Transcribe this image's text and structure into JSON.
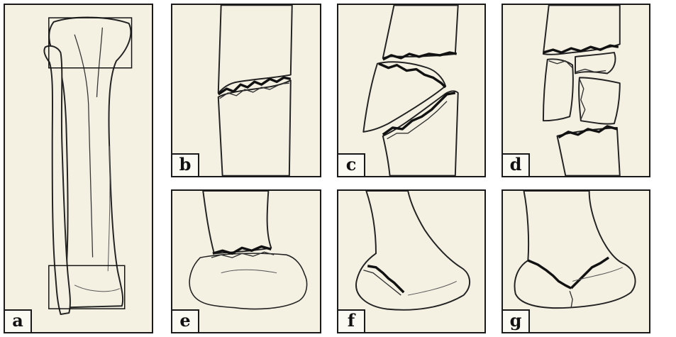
{
  "panels": [
    {
      "label": "a"
    },
    {
      "label": "b"
    },
    {
      "label": "c"
    },
    {
      "label": "d"
    },
    {
      "label": "e"
    },
    {
      "label": "f"
    },
    {
      "label": "g"
    }
  ]
}
